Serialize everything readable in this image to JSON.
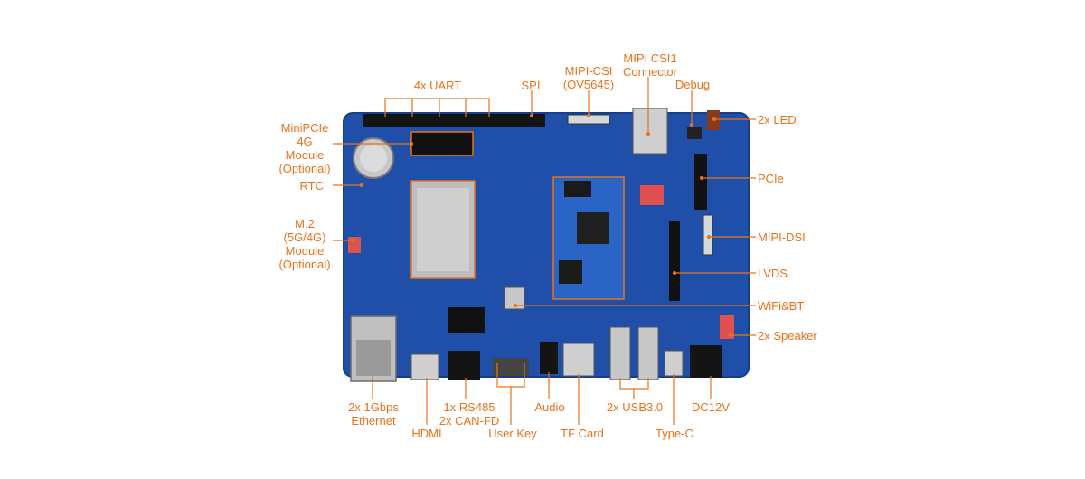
{
  "accent_color": "#e8731a",
  "board_color": "#1f4fa8",
  "labels": {
    "uart": "4x UART",
    "spi": "SPI",
    "mipi_csi": [
      "MIPI-CSI",
      "(OV5645)"
    ],
    "mipi_csi1": [
      "MIPI CSI1",
      "Connector"
    ],
    "debug": "Debug",
    "led": "2x LED",
    "minipcie": [
      "MiniPCIe",
      "4G",
      "Module",
      "(Optional)"
    ],
    "rtc": "RTC",
    "m2": [
      "M.2",
      "(5G/4G)",
      "Module",
      "(Optional)"
    ],
    "pcie": "PCIe",
    "mipi_dsi": "MIPI-DSI",
    "lvds": "LVDS",
    "wifi_bt": "WiFi&BT",
    "speaker": "2x Speaker",
    "ethernet": [
      "2x 1Gbps",
      "Ethernet"
    ],
    "hdmi": "HDMI",
    "rs485": [
      "1x RS485",
      "2x CAN-FD"
    ],
    "user_key": "User Key",
    "audio": "Audio",
    "tf_card": "TF Card",
    "usb3": "2x USB3.0",
    "type_c": "Type-C",
    "dc12v": "DC12V"
  }
}
